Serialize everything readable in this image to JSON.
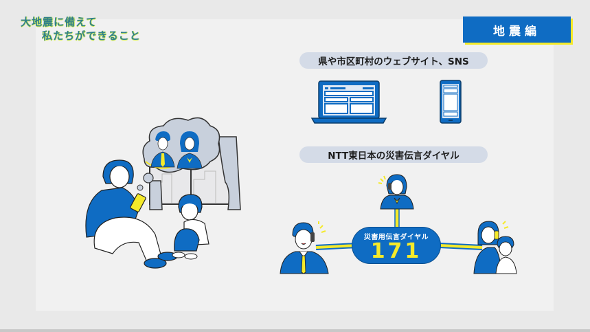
{
  "title": {
    "line1": "大地震に備えて",
    "line2": "私たちができること"
  },
  "badge": {
    "label": "地震編"
  },
  "sections": {
    "web": {
      "label": "県や市区町村のウェブサイト、SNS",
      "devices": [
        "laptop-icon",
        "smartphone-icon"
      ]
    },
    "ntt": {
      "label": "NTT東日本の災害伝言ダイヤル"
    }
  },
  "dial": {
    "label": "災害用伝言ダイヤル",
    "number": "171"
  },
  "colors": {
    "brand_blue": "#0f6cc3",
    "accent_yellow": "#f5ea2a",
    "pill_bg": "#d4dbe7",
    "panel_bg": "#f1f1f1",
    "title_teal": "#2f7f8a"
  },
  "illustration": {
    "scene": "mother-and-child-at-home",
    "thought_bubble": [
      "father-in-suit",
      "daughter-in-school-uniform"
    ],
    "callers": [
      "father-on-phone",
      "daughter-on-phone",
      "mother-and-child-on-phone"
    ]
  }
}
